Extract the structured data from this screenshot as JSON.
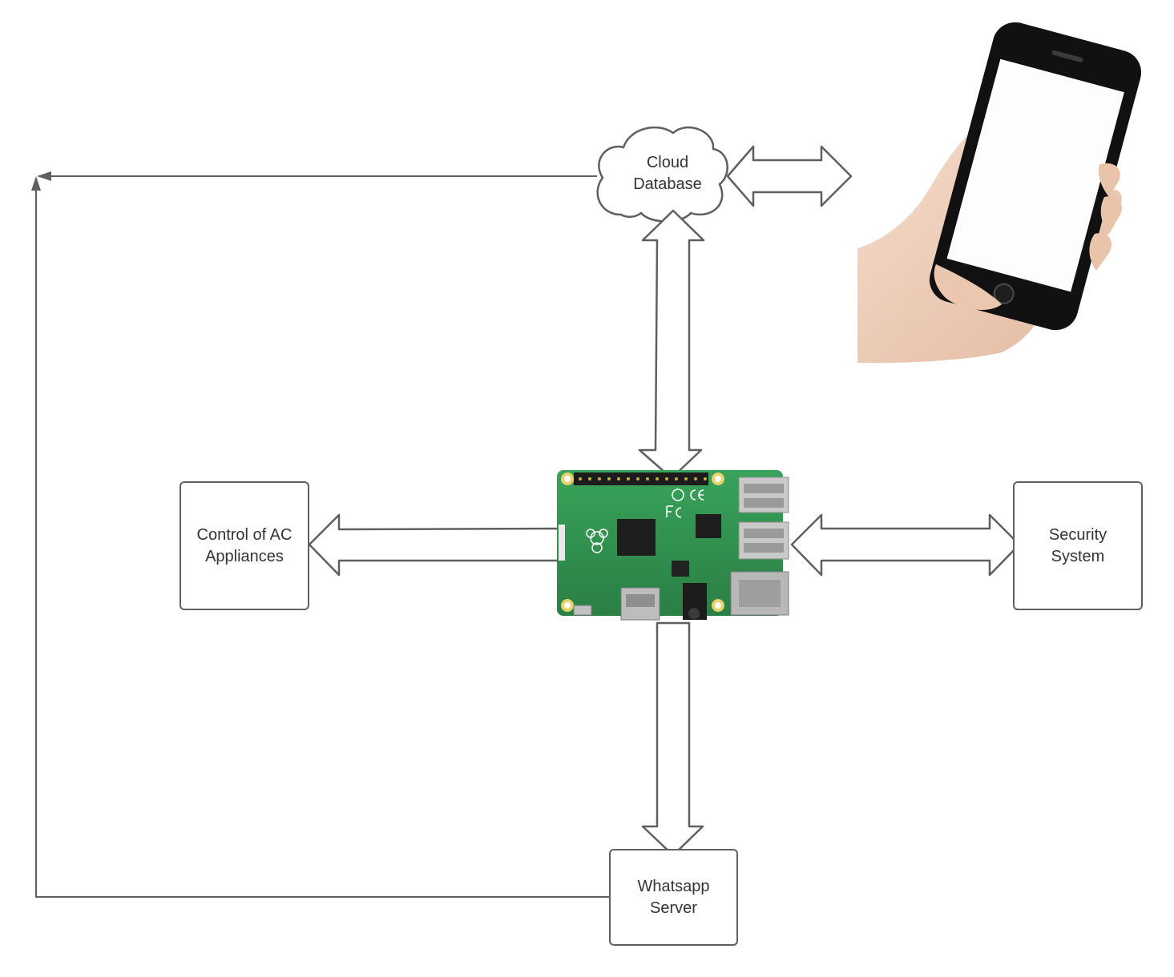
{
  "nodes": {
    "cloud": {
      "line1": "Cloud",
      "line2": "Database"
    },
    "control": {
      "line1": "Control of AC",
      "line2": "Appliances"
    },
    "security": {
      "line1": "Security",
      "line2": "System"
    },
    "whatsapp": {
      "line1": "Whatsapp",
      "line2": "Server"
    }
  },
  "images": {
    "center": "raspberry-pi-board",
    "top_right": "hand-holding-smartphone"
  },
  "colors": {
    "stroke": "#5f5f5f",
    "board_green": "#2e8a4b",
    "phone_black": "#111111",
    "skin": "#eecdb8"
  }
}
